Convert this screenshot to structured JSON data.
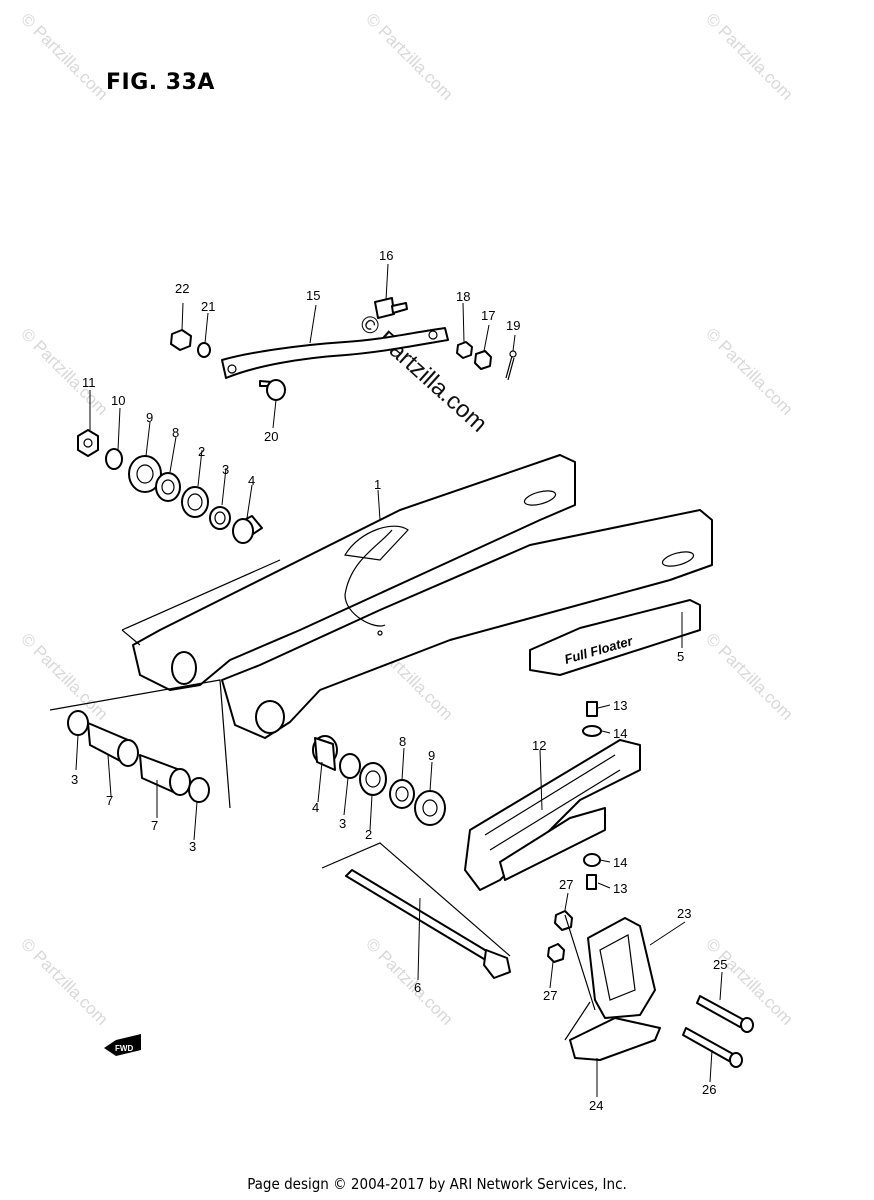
{
  "figure": {
    "title": "FIG. 33A"
  },
  "watermark": {
    "text": "© Partzilla.com",
    "center_text": "© Partzilla.com"
  },
  "decal_text": "Full Floater",
  "fwd_label": "FWD",
  "footer": {
    "text": "Page design © 2004-2017 by ARI Network Services, Inc."
  },
  "callouts": {
    "c1": "1",
    "c2a": "2",
    "c2b": "2",
    "c3a": "3",
    "c3b": "3",
    "c3c": "3",
    "c3d": "3",
    "c4a": "4",
    "c4b": "4",
    "c5": "5",
    "c6": "6",
    "c7a": "7",
    "c7b": "7",
    "c8a": "8",
    "c8b": "8",
    "c9a": "9",
    "c9b": "9",
    "c10": "10",
    "c11": "11",
    "c12": "12",
    "c13a": "13",
    "c13b": "13",
    "c14a": "14",
    "c14b": "14",
    "c15": "15",
    "c16": "16",
    "c17": "17",
    "c18": "18",
    "c19": "19",
    "c20": "20",
    "c21": "21",
    "c22": "22",
    "c23": "23",
    "c24": "24",
    "c25": "25",
    "c26": "26",
    "c27a": "27",
    "c27b": "27"
  }
}
